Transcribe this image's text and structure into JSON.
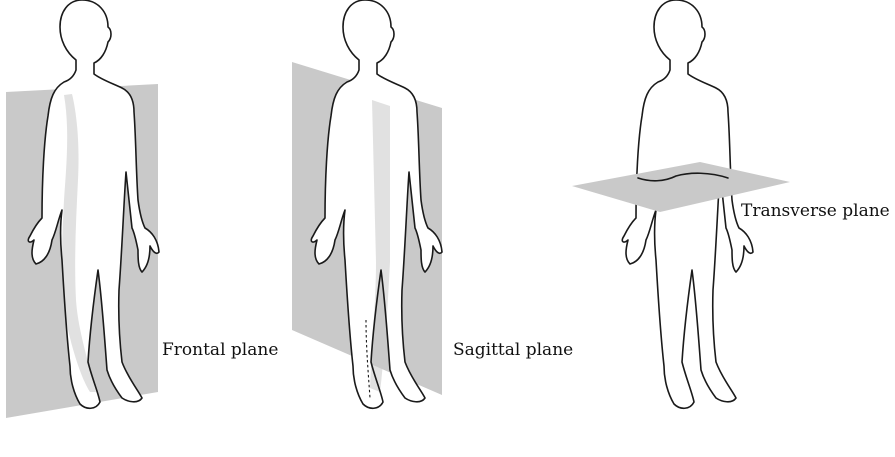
{
  "figures": [
    {
      "id": "frontal",
      "label": "Frontal plane"
    },
    {
      "id": "sagittal",
      "label": "Sagittal plane"
    },
    {
      "id": "transverse",
      "label": "Transverse plane"
    }
  ],
  "colors": {
    "plane": "#c9c9c9",
    "outline": "#1a1a1a",
    "background": "#ffffff"
  }
}
